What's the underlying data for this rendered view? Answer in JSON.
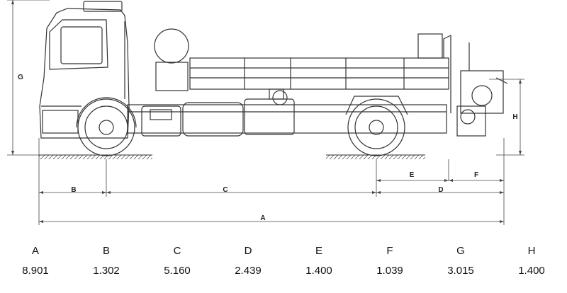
{
  "dimension_labels": {
    "A": "A",
    "B": "B",
    "C": "C",
    "D": "D",
    "E": "E",
    "F": "F",
    "G": "G",
    "H": "H"
  },
  "spec_table": {
    "letters": [
      "A",
      "B",
      "C",
      "D",
      "E",
      "F",
      "G",
      "H"
    ],
    "values": [
      "8.901",
      "1.302",
      "5.160",
      "2.439",
      "1.400",
      "1.039",
      "3.015",
      "1.400"
    ]
  }
}
